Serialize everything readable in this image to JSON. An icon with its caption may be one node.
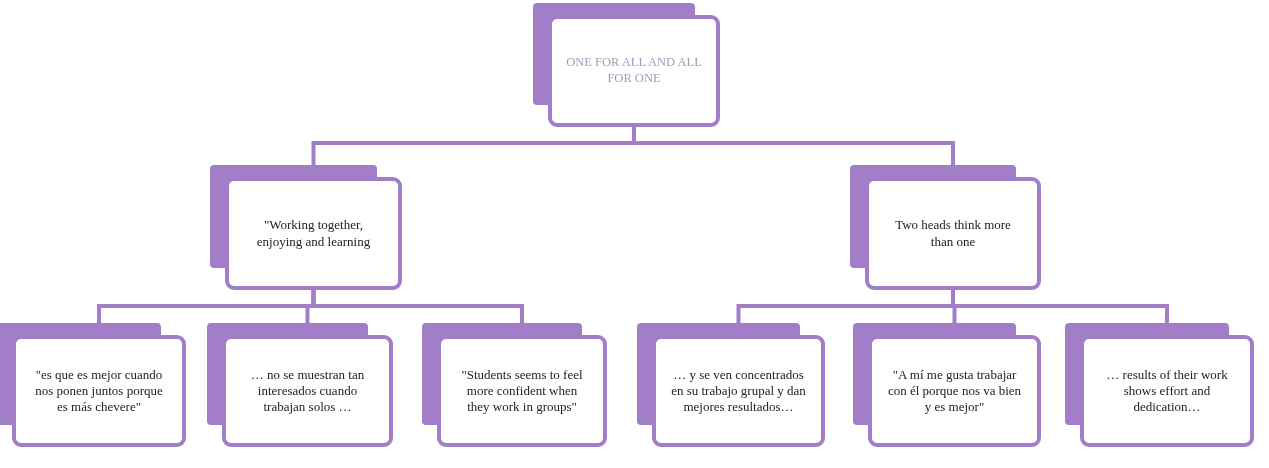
{
  "diagram": {
    "nodes": [
      {
        "text": [
          "ONE FOR ALL AND ALL FOR ONE"
        ]
      },
      {
        "text": [
          "\"Working together, enjoying and learning"
        ]
      },
      {
        "text": [
          "Two heads think more than one"
        ]
      },
      {
        "text": [
          "\"es que es mejor cuando nos ponen juntos porque es más chevere\""
        ]
      },
      {
        "text": [
          "… no se muestran tan interesados cuando trabajan solos …"
        ]
      },
      {
        "text": [
          "\"Students seems to feel more confident when they work in groups\""
        ]
      },
      {
        "text": [
          "… y se ven concentrados en su trabajo grupal y dan mejores resultados…"
        ]
      },
      {
        "text": [
          "\"A mí me gusta trabajar con él porque nos va bien y es mejor\""
        ]
      },
      {
        "text": [
          "… results of their work shows effort and dedication…"
        ]
      }
    ],
    "edges": [
      {
        "from": 0,
        "to": 1,
        "arrow": "none"
      },
      {
        "from": 0,
        "to": 2,
        "arrow": "none"
      },
      {
        "from": 1,
        "to": 3,
        "arrow": "none"
      },
      {
        "from": 1,
        "to": 4,
        "arrow": "none"
      },
      {
        "from": 1,
        "to": 5,
        "arrow": "none"
      },
      {
        "from": 2,
        "to": 6,
        "arrow": "none"
      },
      {
        "from": 2,
        "to": 7,
        "arrow": "none"
      },
      {
        "from": 2,
        "to": 8,
        "arrow": "none"
      }
    ]
  }
}
